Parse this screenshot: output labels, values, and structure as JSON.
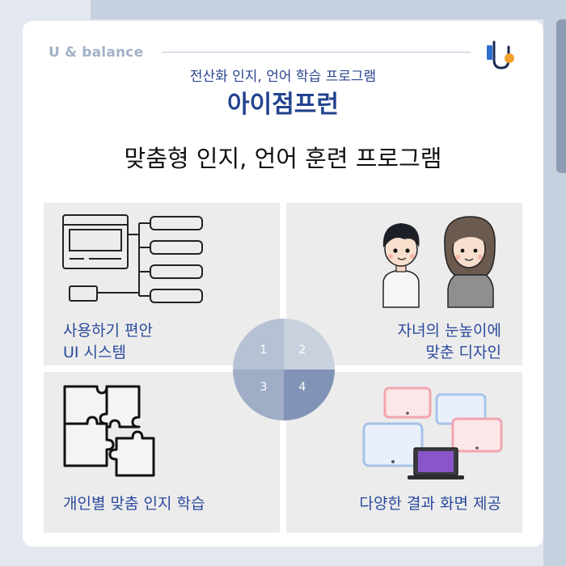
{
  "brand": {
    "name": "U & balance"
  },
  "header": {
    "subtitle": "전산화 인지, 언어 학습 프로그램",
    "title": "아이점프런"
  },
  "heading": "맞춤형 인지, 언어 훈련 프로그램",
  "features": [
    {
      "number": "1",
      "line1": "사용하기 편안",
      "line2": "UI 시스템",
      "icon": "ui-diagram-icon"
    },
    {
      "number": "2",
      "line1": "자녀의 눈높이에",
      "line2": "맞춘 디자인",
      "icon": "kids-illustration"
    },
    {
      "number": "3",
      "line1": "개인별 맞춤 인지 학습",
      "icon": "puzzle-icon"
    },
    {
      "number": "4",
      "line1": "다양한 결과 화면 제공",
      "icon": "screens-icon"
    }
  ],
  "colors": {
    "accent": "#22438e",
    "label": "#2a4a9c",
    "brand": "#a3b1c8",
    "panel": "#ececec",
    "logo_blue": "#2f6fd0",
    "logo_orange": "#f2a02a"
  }
}
